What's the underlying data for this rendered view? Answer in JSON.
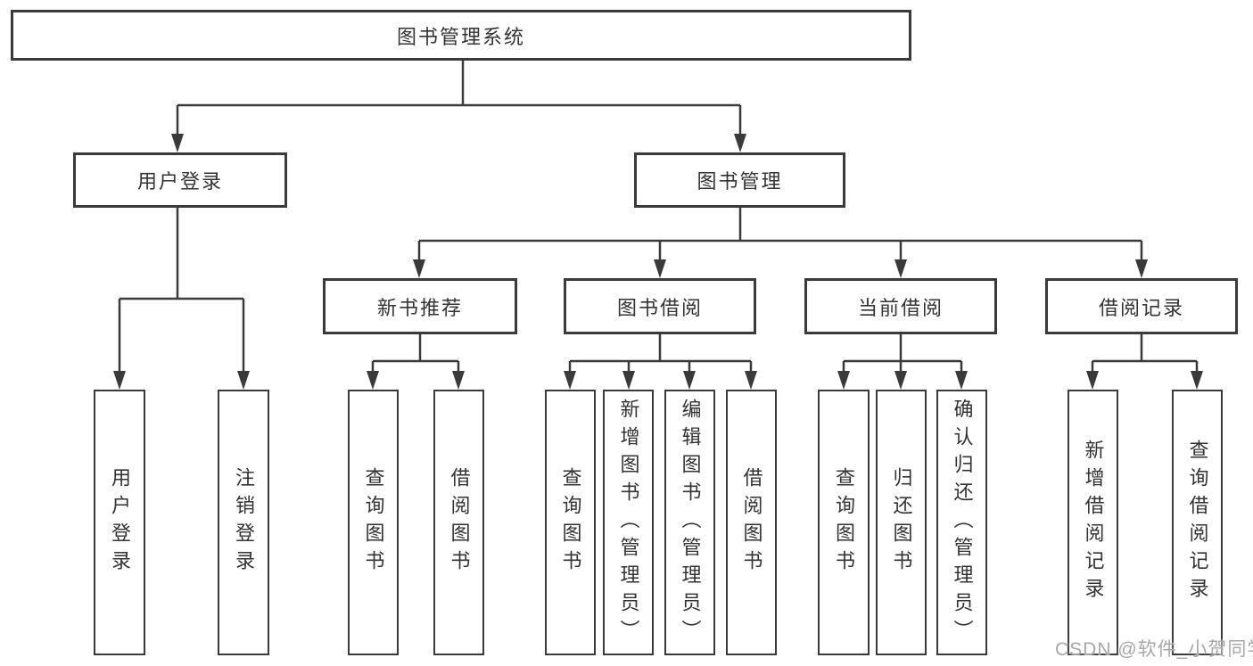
{
  "diagram_type": "hierarchy-tree",
  "colors": {
    "line": "#3a3a3a",
    "box_border": "#3a3a3a",
    "box_fill": "#ffffff",
    "text": "#333333",
    "watermark_text": "#a8a8a8",
    "background": "#ffffff"
  },
  "tree": {
    "label": "图书管理系统",
    "children": [
      {
        "label": "用户登录",
        "children": [
          {
            "label": "用户登录"
          },
          {
            "label": "注销登录"
          }
        ]
      },
      {
        "label": "图书管理",
        "children": [
          {
            "label": "新书推荐",
            "children": [
              {
                "label": "查询图书"
              },
              {
                "label": "借阅图书"
              }
            ]
          },
          {
            "label": "图书借阅",
            "children": [
              {
                "label": "查询图书"
              },
              {
                "label": "新增图书（管理员）"
              },
              {
                "label": "编辑图书（管理员）"
              },
              {
                "label": "借阅图书"
              }
            ]
          },
          {
            "label": "当前借阅",
            "children": [
              {
                "label": "查询图书"
              },
              {
                "label": "归还图书"
              },
              {
                "label": "确认归还（管理员）"
              }
            ]
          },
          {
            "label": "借阅记录",
            "children": [
              {
                "label": "新增借阅记录"
              },
              {
                "label": "查询借阅记录"
              }
            ]
          }
        ]
      }
    ]
  },
  "watermark": {
    "text": "CSDN @软件_小贺同学"
  }
}
